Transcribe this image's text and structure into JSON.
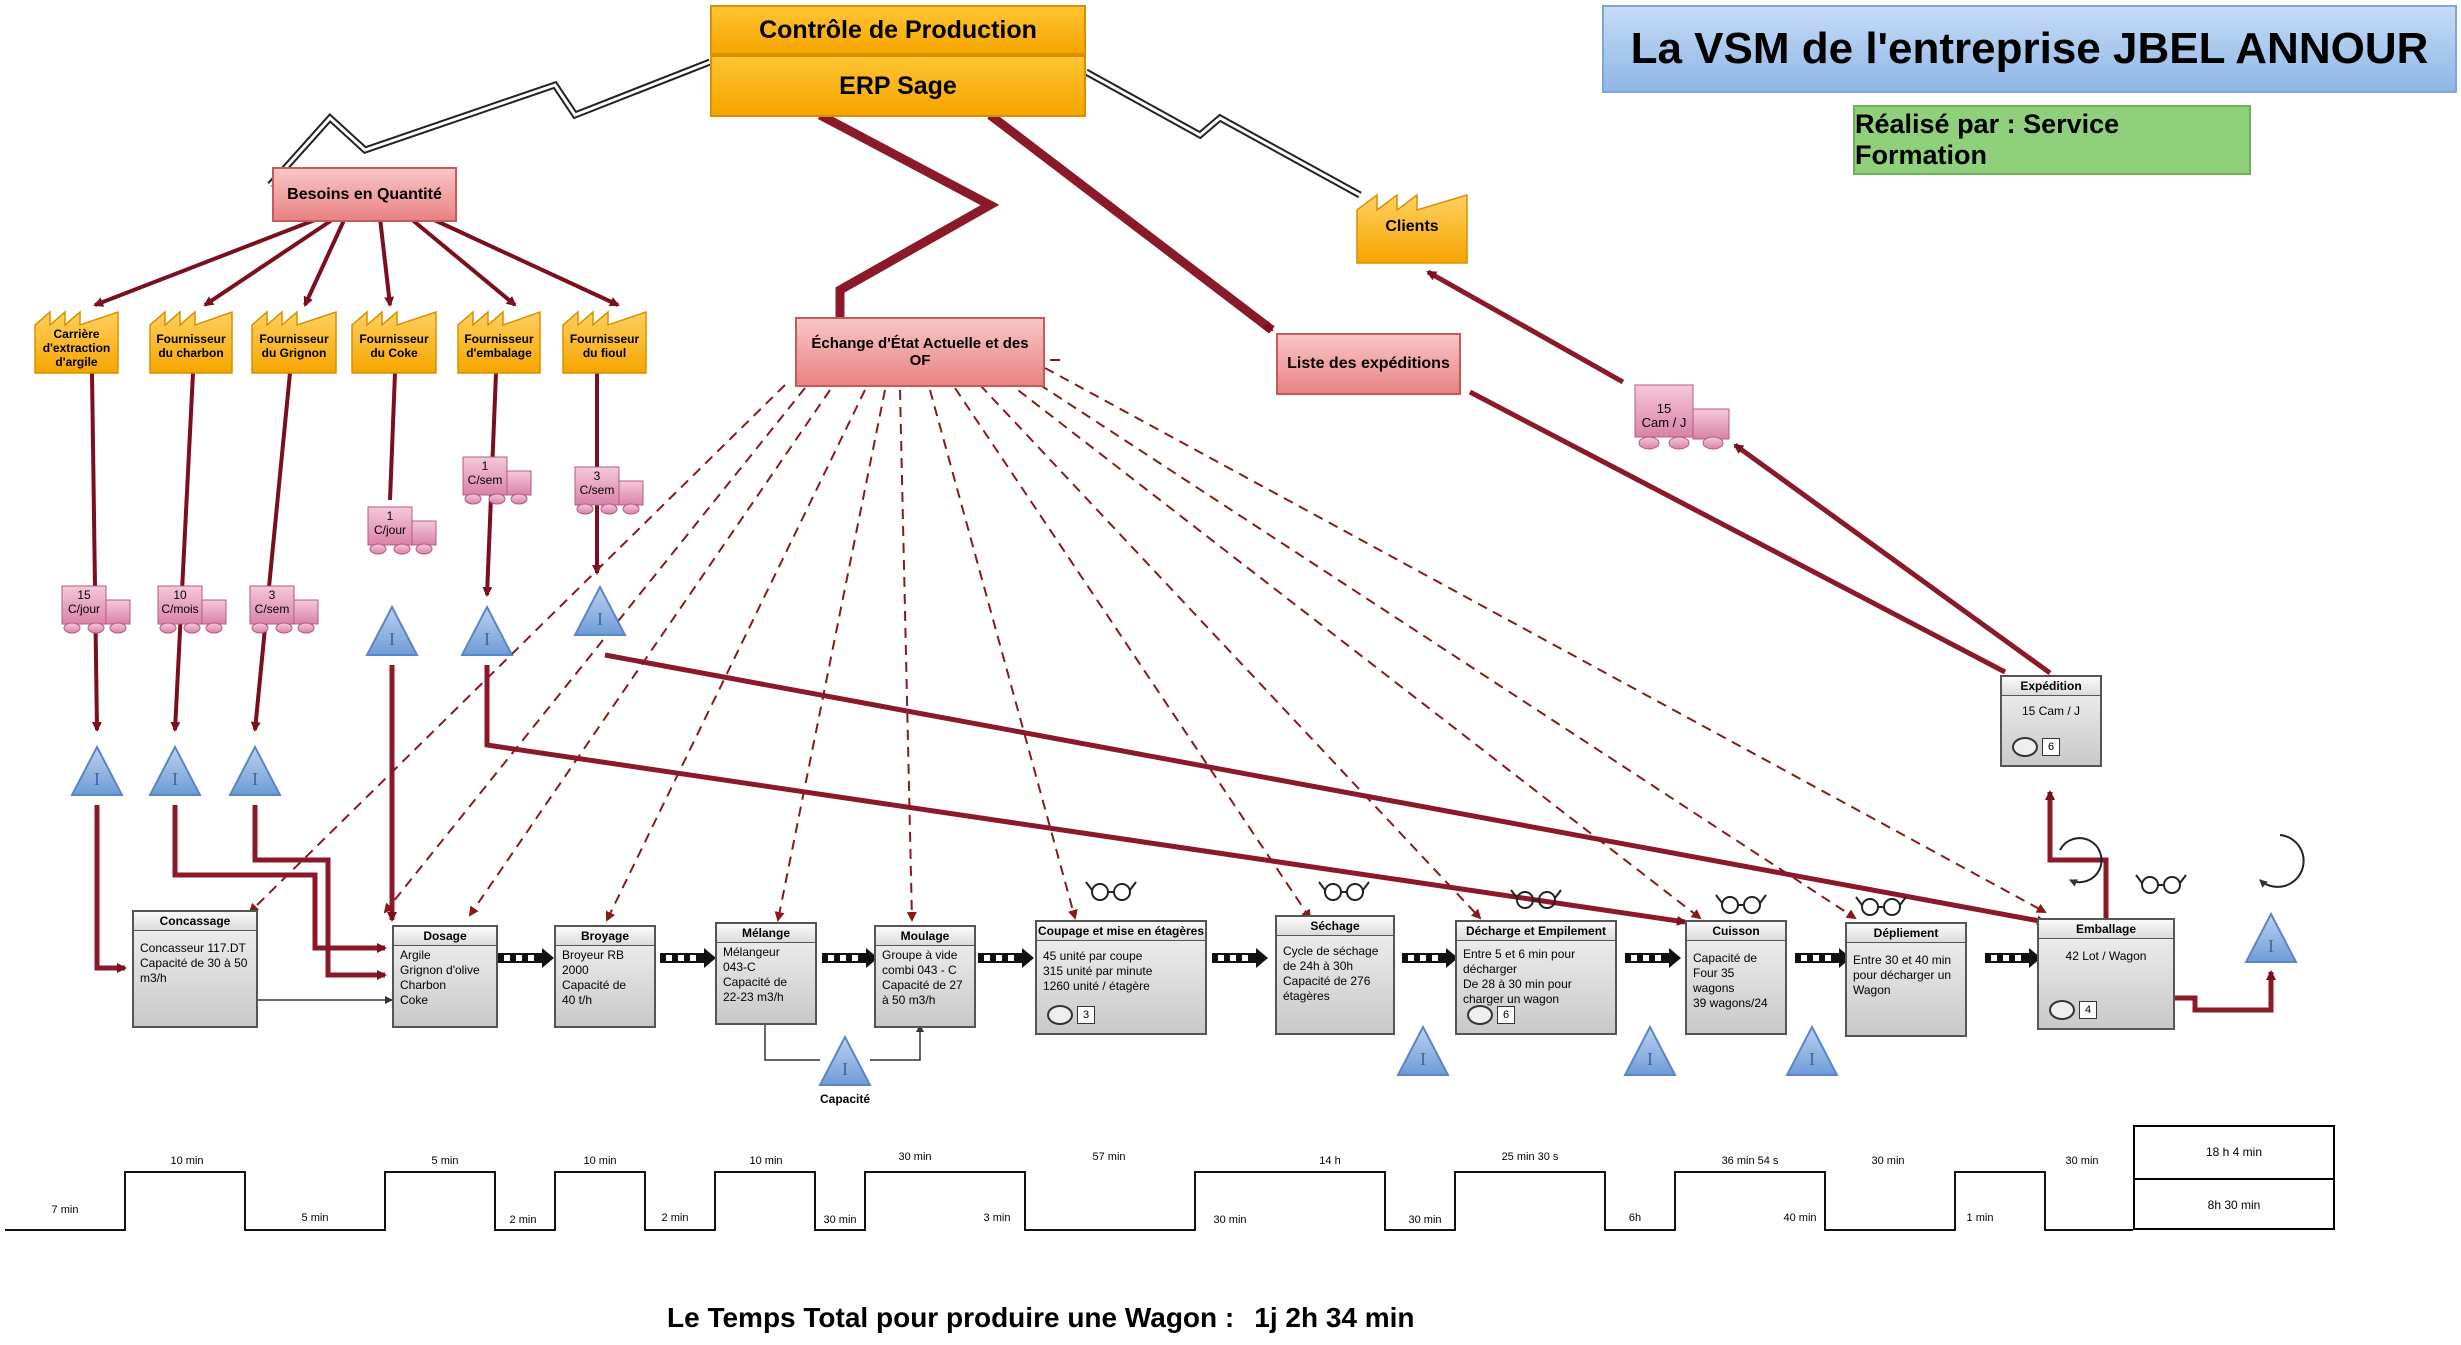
{
  "title": "La VSM de l'entreprise JBEL ANNOUR",
  "author": "Réalisé par : Service Formation",
  "control": {
    "title": "Contrôle de Production",
    "system": "ERP Sage"
  },
  "needs": "Besoins en Quantité",
  "exchange": "Échange d'État Actuelle et des OF",
  "shipments_list": "Liste des expéditions",
  "customer": "Clients",
  "customer_truck": {
    "qty": "15",
    "unit": "Cam / J"
  },
  "suppliers": [
    {
      "name": "Carrière d'extraction d'argile",
      "truck_qty": "15",
      "truck_unit": "C/jour"
    },
    {
      "name": "Fournisseur du charbon",
      "truck_qty": "10",
      "truck_unit": "C/mois"
    },
    {
      "name": "Fournisseur du Grignon",
      "truck_qty": "3",
      "truck_unit": "C/sem"
    },
    {
      "name": "Fournisseur du Coke",
      "truck_qty": "1",
      "truck_unit": "C/jour"
    },
    {
      "name": "Fournisseur d'embalage",
      "truck_qty": "1",
      "truck_unit": "C/sem"
    },
    {
      "name": "Fournisseur du fioul",
      "truck_qty": "3",
      "truck_unit": "C/sem"
    }
  ],
  "processes": [
    {
      "name": "Concassage",
      "details": "Concasseur 117.DT\nCapacité de 30 à 50\nm3/h",
      "operators": ""
    },
    {
      "name": "Dosage",
      "details": "Argile\nGrignon d'olive\nCharbon\nCoke",
      "operators": ""
    },
    {
      "name": "Broyage",
      "details": "Broyeur RB\n2000\nCapacité de\n40 t/h",
      "operators": ""
    },
    {
      "name": "Mélange",
      "details": "Mélangeur\n043-C\nCapacité de\n22-23 m3/h",
      "operators": ""
    },
    {
      "name": "Moulage",
      "details": "Groupe à vide\ncombi 043 - C\nCapacité de 27\nà 50 m3/h",
      "operators": ""
    },
    {
      "name": "Coupage et mise en étagères",
      "details": "45 unité par coupe\n315 unité par minute\n1260 unité / étagère",
      "operators": "3"
    },
    {
      "name": "Séchage",
      "details": "Cycle de séchage\nde 24h à 30h\nCapacité de 276\nétagères",
      "operators": ""
    },
    {
      "name": "Décharge et Empilement",
      "details": "Entre 5 et 6 min pour\ndécharger\nDe 28 à 30 min pour\ncharger un wagon",
      "operators": "6"
    },
    {
      "name": "Cuisson",
      "details": "Capacité de\nFour 35 wagons\n39 wagons/24",
      "operators": ""
    },
    {
      "name": "Dépliement",
      "details": "Entre 30 et 40 min\npour décharger un\nWagon",
      "operators": ""
    },
    {
      "name": "Emballage",
      "details": "42 Lot / Wagon",
      "operators": "4"
    },
    {
      "name": "Expédition",
      "details": "15 Cam / J",
      "operators": "6"
    }
  ],
  "capacity_label": "Capacité",
  "timeline": {
    "low": [
      "7 min",
      "5 min",
      "2 min",
      "2 min",
      "30 min",
      "3 min",
      "30 min",
      "30 min",
      "6h",
      "40 min",
      "1 min",
      "30 min"
    ],
    "high": [
      "10 min",
      "5 min",
      "10 min",
      "10 min",
      "30 min",
      "57 min",
      "14 h",
      "25 min 30 s",
      "36 min 54 s",
      "30 min"
    ]
  },
  "summary": {
    "lead_time": "18 h 4 min",
    "process_time": "8h 30 min"
  },
  "total": {
    "label": "Le Temps Total pour produire une Wagon :",
    "value": "1j 2h 34 min"
  }
}
